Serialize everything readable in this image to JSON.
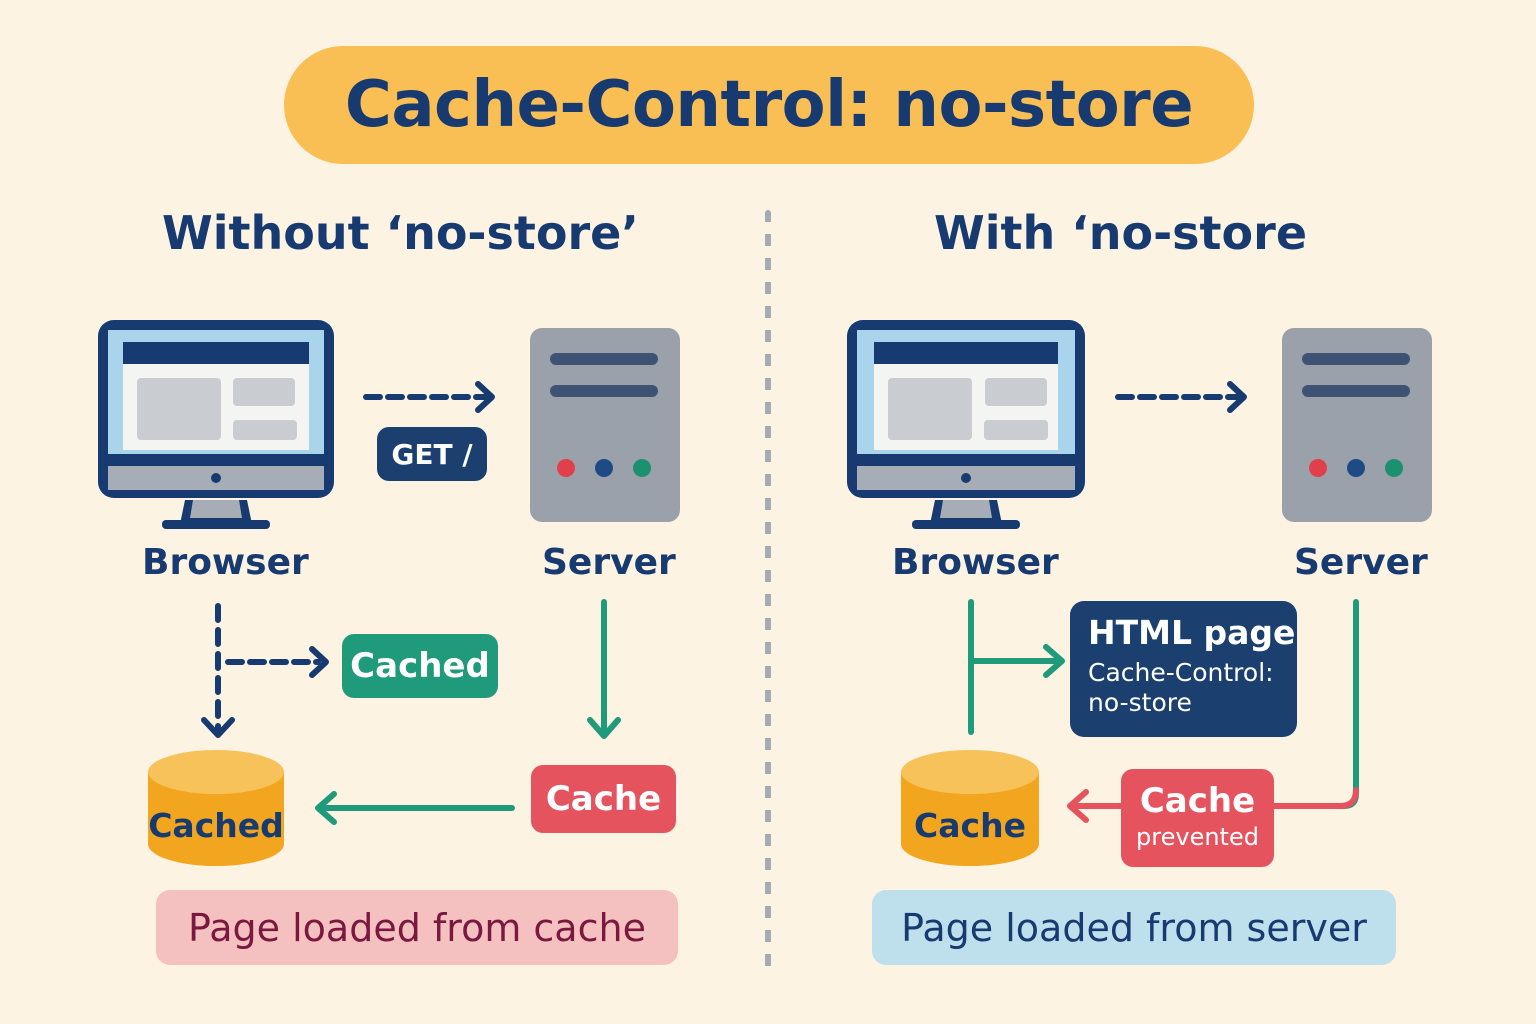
{
  "title": "Cache-Control: no-store",
  "left": {
    "heading": "Without ‘no-store’",
    "browser_label": "Browser",
    "server_label": "Server",
    "request_tag": "GET /",
    "cached_tag": "Cached",
    "cache_tag": "Cache",
    "db_label": "Cached",
    "result": "Page loaded from cache"
  },
  "right": {
    "heading": "With ‘no-store",
    "browser_label": "Browser",
    "server_label": "Server",
    "response_title": "HTML page",
    "response_header": "Cache-Control:",
    "response_value": "no-store",
    "cache_blocked_title": "Cache",
    "cache_blocked_sub": "prevented",
    "db_label": "Cache",
    "result": "Page loaded from server"
  },
  "colors": {
    "navy": "#173a70",
    "green": "#1f9a7a",
    "red": "#e5545e",
    "yellow": "#f9bf55",
    "pink": "#f5c0c0",
    "blue": "#bde0ec"
  }
}
